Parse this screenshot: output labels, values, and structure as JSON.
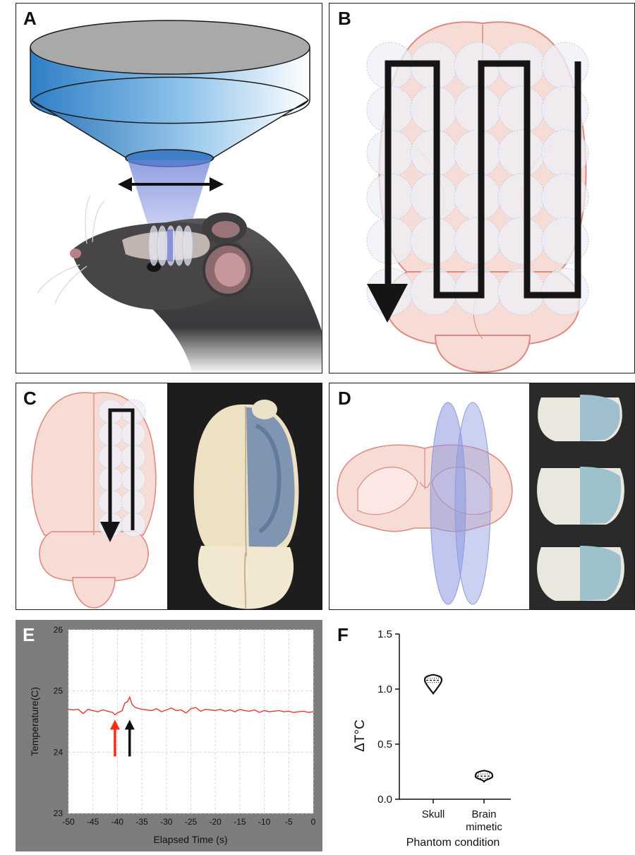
{
  "panels": {
    "a": {
      "label": "A"
    },
    "b": {
      "label": "B"
    },
    "c": {
      "label": "C"
    },
    "d": {
      "label": "D"
    },
    "e": {
      "label": "E"
    },
    "f": {
      "label": "F"
    }
  },
  "chart_data": [
    {
      "panel": "E",
      "type": "line",
      "xlabel": "Elapsed Time (s)",
      "ylabel": "Temperature(C)",
      "xlim": [
        -50,
        0
      ],
      "ylim": [
        23,
        26
      ],
      "xticks": [
        "-50",
        "-45",
        "-40",
        "-35",
        "-30",
        "-25",
        "-20",
        "-15",
        "-10",
        "-5",
        "0"
      ],
      "yticks": [
        "23",
        "24",
        "25",
        "26"
      ],
      "grid": true,
      "line_color": "#e23b2e",
      "annotations": [
        {
          "type": "arrow",
          "color": "#ff2a10",
          "x": -40.5
        },
        {
          "type": "arrow",
          "color": "#111111",
          "x": -37.5
        }
      ],
      "series": [
        {
          "x": [
            -50,
            -49,
            -48,
            -47,
            -46,
            -45,
            -44,
            -43,
            -42,
            -41,
            -40.5,
            -40,
            -39,
            -38.5,
            -38,
            -37.5,
            -37,
            -36.5,
            -36,
            -35,
            -34,
            -33,
            -32,
            -31,
            -30,
            -29,
            -28,
            -27,
            -26,
            -25,
            -24,
            -23,
            -22,
            -21,
            -20,
            -19,
            -18,
            -17,
            -16,
            -15,
            -14,
            -13,
            -12,
            -11,
            -10,
            -9,
            -8,
            -7,
            -6,
            -5,
            -4,
            -3,
            -2,
            -1,
            0
          ],
          "y": [
            24.7,
            24.69,
            24.7,
            24.63,
            24.7,
            24.68,
            24.66,
            24.69,
            24.67,
            24.65,
            24.61,
            24.64,
            24.68,
            24.8,
            24.82,
            24.9,
            24.78,
            24.74,
            24.72,
            24.7,
            24.69,
            24.68,
            24.71,
            24.66,
            24.69,
            24.72,
            24.68,
            24.69,
            24.64,
            24.71,
            24.73,
            24.67,
            24.7,
            24.69,
            24.68,
            24.7,
            24.67,
            24.69,
            24.66,
            24.7,
            24.68,
            24.67,
            24.69,
            24.65,
            24.68,
            24.66,
            24.67,
            24.68,
            24.66,
            24.67,
            24.65,
            24.66,
            24.67,
            24.65,
            24.66
          ]
        }
      ]
    },
    {
      "panel": "F",
      "type": "violin",
      "xlabel": "Phantom condition",
      "ylabel": "ΔT°C",
      "ylim": [
        0.0,
        1.5
      ],
      "yticks": [
        "0.0",
        "0.5",
        "1.0",
        "1.5"
      ],
      "categories": [
        "Skull",
        "Brain\nmimetic"
      ],
      "category_lines": [
        [
          "Skull"
        ],
        [
          "Brain",
          "mimetic"
        ]
      ],
      "violins": [
        {
          "min": 0.96,
          "q1": 1.06,
          "median": 1.08,
          "q3": 1.1,
          "max": 1.13
        },
        {
          "min": 0.16,
          "q1": 0.19,
          "median": 0.21,
          "q3": 0.23,
          "max": 0.26
        }
      ]
    }
  ]
}
